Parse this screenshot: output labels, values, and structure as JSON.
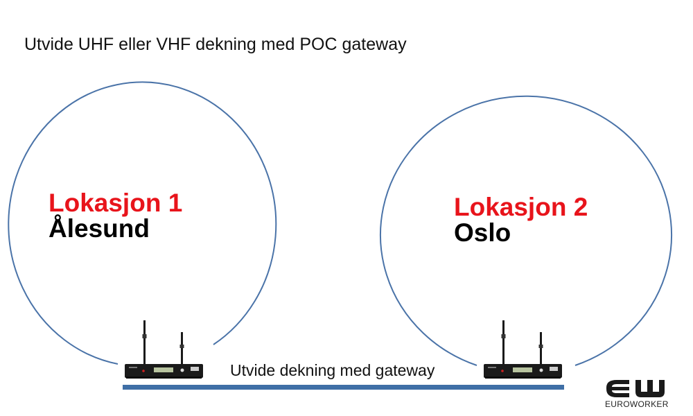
{
  "title": "Utvide UHF eller VHF dekning med  POC gateway",
  "locations": [
    {
      "label": "Lokasjon 1",
      "city": "Ålesund"
    },
    {
      "label": "Lokasjon 2",
      "city": "Oslo"
    }
  ],
  "link_label": "Utvide dekning med gateway",
  "logo": {
    "brand": "EUROWORKER"
  },
  "colors": {
    "circle": "#4a73a8",
    "link_bar": "#3f6fa6",
    "location_label": "#e8141b",
    "device_body": "#1a1a1a"
  }
}
